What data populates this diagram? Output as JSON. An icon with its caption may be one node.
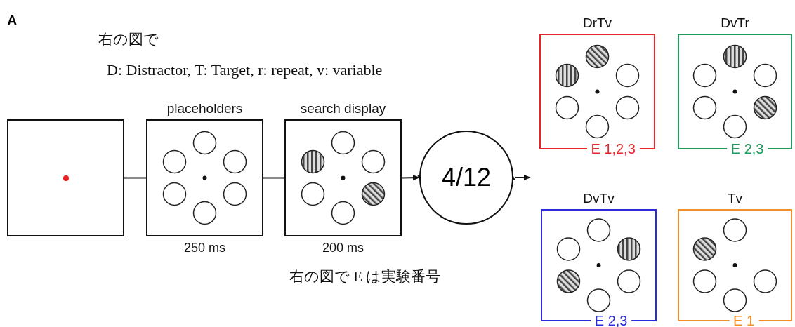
{
  "diagram": {
    "nodes": [
      {
        "text": [],
        "shape": "box"
      },
      {
        "text": [
          "placeholders"
        ],
        "beside": [
          "250 ms"
        ]
      },
      {
        "text": [
          "search display"
        ],
        "beside": [
          "200 ms"
        ]
      },
      {
        "text": [
          "4/12"
        ]
      },
      {
        "text": [
          "DrTv",
          "E 1,2,3"
        ]
      },
      {
        "text": [
          "DvTr",
          "E 2,3"
        ]
      },
      {
        "text": [
          "DvTv",
          "E 2,3"
        ]
      },
      {
        "text": [
          "Tv",
          "E 1"
        ]
      }
    ],
    "edges": [
      {
        "from": 0,
        "to": 1,
        "arrow": "none"
      },
      {
        "from": 1,
        "to": 2,
        "arrow": "none"
      },
      {
        "from": 2,
        "to": 3,
        "arrow": "to"
      },
      {
        "from": 3,
        "to": null,
        "arrow": "to"
      }
    ],
    "labels": [
      "A",
      "右の図で",
      "D: Distractor, T: Target, r: repeat, v: variable",
      "右の図で E は実験番号"
    ]
  }
}
